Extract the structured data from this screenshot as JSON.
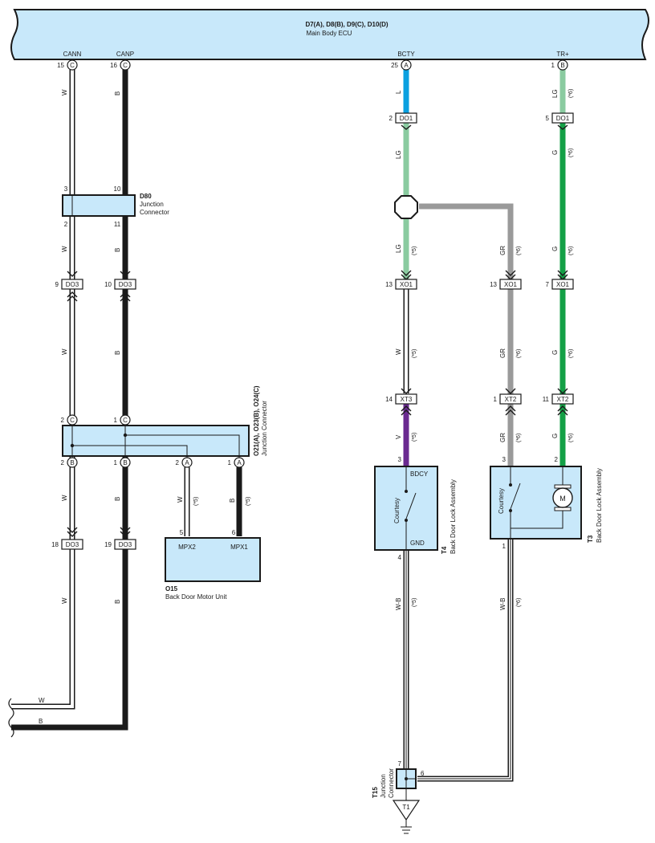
{
  "ecu": {
    "connectors": "D7(A), D8(B), D9(C), D10(D)",
    "name": "Main Body ECU",
    "terminals": {
      "cann": {
        "label": "CANN",
        "pin": "15",
        "conn": "C"
      },
      "canp": {
        "label": "CANP",
        "pin": "16",
        "conn": "C"
      },
      "bcty": {
        "label": "BCTY",
        "pin": "25",
        "conn": "A"
      },
      "trp": {
        "label": "TR+",
        "pin": "1",
        "conn": "B"
      }
    }
  },
  "d80": {
    "id": "D80",
    "line1": "Junction",
    "line2": "Connector",
    "pins": {
      "top_w": "3",
      "top_b": "10",
      "bot_w": "2",
      "bot_b": "11"
    }
  },
  "junction_o21": {
    "id": "O21(A), O23(B), O24(C)",
    "name": "Junction Connector",
    "top_pins": [
      {
        "pin": "2",
        "conn": "C"
      },
      {
        "pin": "1",
        "conn": "C"
      }
    ],
    "bottom_pins": [
      {
        "pin": "2",
        "conn": "B"
      },
      {
        "pin": "1",
        "conn": "B"
      },
      {
        "pin": "2",
        "conn": "A"
      },
      {
        "pin": "1",
        "conn": "A"
      }
    ]
  },
  "o15": {
    "id": "O15",
    "name": "Back Door Motor Unit",
    "terminals": [
      {
        "pin": "5",
        "label": "MPX2"
      },
      {
        "pin": "6",
        "label": "MPX1"
      }
    ]
  },
  "t4": {
    "id": "T4",
    "name": "Back Door Lock Assembly",
    "switch_label": "Courtesy",
    "top_terminal": "BDCY",
    "bottom_terminal": "GND",
    "top_pin": "3",
    "bottom_pin": "4"
  },
  "t3": {
    "id": "T3",
    "name": "Back Door Lock Assembly",
    "switch_label": "Courtesy",
    "motor_label": "M",
    "pins": {
      "left_top": "3",
      "right_top": "2",
      "bottom": "1"
    }
  },
  "t15": {
    "id": "T15",
    "line1": "Junction",
    "line2": "Connector",
    "pin_top": "7",
    "pin_right": "6",
    "ground": "T1"
  },
  "inline_connectors": {
    "do1_bcty": {
      "pin": "2",
      "name": "DO1"
    },
    "do1_trp": {
      "pin": "5",
      "name": "DO1"
    },
    "do3_w_upper": {
      "pin": "9",
      "name": "DO3"
    },
    "do3_b_upper": {
      "pin": "10",
      "name": "DO3"
    },
    "xo1_lg": {
      "pin": "13",
      "name": "XO1"
    },
    "xo1_gr": {
      "pin": "13",
      "name": "XO1"
    },
    "xo1_g": {
      "pin": "7",
      "name": "XO1"
    },
    "xt3": {
      "pin": "14",
      "name": "XT3"
    },
    "xt2_gr": {
      "pin": "1",
      "name": "XT2"
    },
    "xt2_g": {
      "pin": "11",
      "name": "XT2"
    },
    "do3_w_lower": {
      "pin": "18",
      "name": "DO3"
    },
    "do3_b_lower": {
      "pin": "19",
      "name": "DO3"
    }
  },
  "wire_labels": {
    "w": "W",
    "b": "B",
    "l": "L",
    "lg": "LG",
    "g": "G",
    "gr": "GR",
    "v": "V",
    "wb": "W-B",
    "note5": "(*5)",
    "note6": "(*6)"
  },
  "colors": {
    "panel_fill": "#c8e8fa",
    "blue": "#0aa0e0",
    "light_green": "#8acba0",
    "green": "#14a046",
    "gray": "#9a9a9a",
    "purple": "#6a2a90",
    "black": "#1a1a1a",
    "white_wire": "#ffffff"
  }
}
